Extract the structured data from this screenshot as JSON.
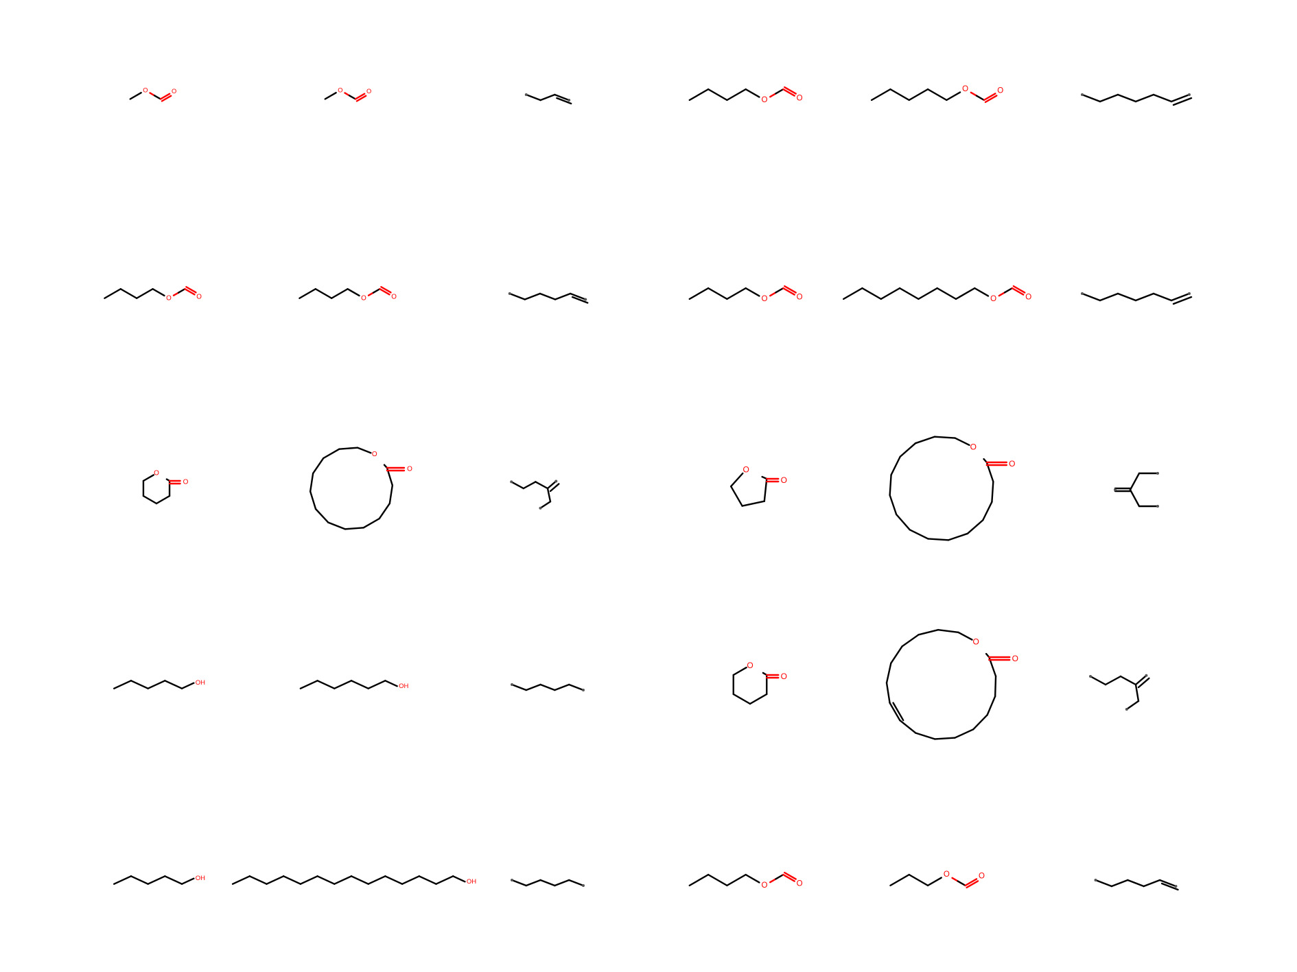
{
  "colors": {
    "bond": "#000000",
    "heteroatom": "#ff0000",
    "background": "#ffffff"
  },
  "labels": {
    "oxygen": "O",
    "hydroxyl": "OH"
  },
  "grid": {
    "rows": 5,
    "cols": 6,
    "cells": [
      {
        "r": 0,
        "c": 0,
        "molecule": "methyl formate"
      },
      {
        "r": 0,
        "c": 1,
        "molecule": "methyl formate"
      },
      {
        "r": 0,
        "c": 2,
        "molecule": "1-butene (explicit H)"
      },
      {
        "r": 0,
        "c": 3,
        "molecule": "butyl formate"
      },
      {
        "r": 0,
        "c": 4,
        "molecule": "pentyl formate"
      },
      {
        "r": 0,
        "c": 5,
        "molecule": "1-heptene (explicit H)"
      },
      {
        "r": 1,
        "c": 0,
        "molecule": "butyl formate"
      },
      {
        "r": 1,
        "c": 1,
        "molecule": "butyl formate"
      },
      {
        "r": 1,
        "c": 2,
        "molecule": "1-hexene (explicit H)"
      },
      {
        "r": 1,
        "c": 3,
        "molecule": "butyl formate"
      },
      {
        "r": 1,
        "c": 4,
        "molecule": "octyl formate"
      },
      {
        "r": 1,
        "c": 5,
        "molecule": "1-heptene (explicit H)"
      },
      {
        "r": 2,
        "c": 0,
        "molecule": "delta-valerolactone"
      },
      {
        "r": 2,
        "c": 1,
        "molecule": "macrocyclic lactone (14)"
      },
      {
        "r": 2,
        "c": 2,
        "molecule": "branched alkene"
      },
      {
        "r": 2,
        "c": 3,
        "molecule": "gamma-butyrolactone"
      },
      {
        "r": 2,
        "c": 4,
        "molecule": "macrocyclic lactone (16)"
      },
      {
        "r": 2,
        "c": 5,
        "molecule": "2-ethyl-1-butene"
      },
      {
        "r": 3,
        "c": 0,
        "molecule": "1-pentanol"
      },
      {
        "r": 3,
        "c": 1,
        "molecule": "1-hexanol"
      },
      {
        "r": 3,
        "c": 2,
        "molecule": "hexane (explicit H)"
      },
      {
        "r": 3,
        "c": 3,
        "molecule": "delta-valerolactone"
      },
      {
        "r": 3,
        "c": 4,
        "molecule": "macrocyclic lactone (17, unsaturated)"
      },
      {
        "r": 3,
        "c": 5,
        "molecule": "branched alkene"
      },
      {
        "r": 4,
        "c": 0,
        "molecule": "1-pentanol"
      },
      {
        "r": 4,
        "c": 1,
        "molecule": "1-tetradecanol"
      },
      {
        "r": 4,
        "c": 2,
        "molecule": "hexane (explicit H)"
      },
      {
        "r": 4,
        "c": 3,
        "molecule": "butyl formate"
      },
      {
        "r": 4,
        "c": 4,
        "molecule": "propyl formate"
      },
      {
        "r": 4,
        "c": 5,
        "molecule": "1-hexene (explicit H)"
      }
    ]
  }
}
